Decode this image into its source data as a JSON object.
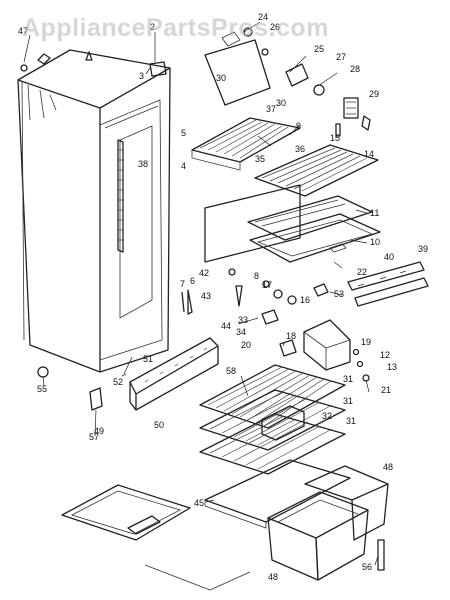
{
  "watermark": "AppliancePartsPros.com",
  "callouts": [
    {
      "n": "47"
    },
    {
      "n": "2"
    },
    {
      "n": "3"
    },
    {
      "n": "24"
    },
    {
      "n": "26"
    },
    {
      "n": "25"
    },
    {
      "n": "27"
    },
    {
      "n": "28"
    },
    {
      "n": "30"
    },
    {
      "n": "30"
    },
    {
      "n": "29"
    },
    {
      "n": "15"
    },
    {
      "n": "14"
    },
    {
      "n": "37"
    },
    {
      "n": "9"
    },
    {
      "n": "5"
    },
    {
      "n": "4"
    },
    {
      "n": "36"
    },
    {
      "n": "38"
    },
    {
      "n": "35"
    },
    {
      "n": "11"
    },
    {
      "n": "10"
    },
    {
      "n": "39"
    },
    {
      "n": "22"
    },
    {
      "n": "40"
    },
    {
      "n": "42"
    },
    {
      "n": "8"
    },
    {
      "n": "7"
    },
    {
      "n": "6"
    },
    {
      "n": "43"
    },
    {
      "n": "17"
    },
    {
      "n": "16"
    },
    {
      "n": "53"
    },
    {
      "n": "33"
    },
    {
      "n": "44"
    },
    {
      "n": "34"
    },
    {
      "n": "18"
    },
    {
      "n": "19"
    },
    {
      "n": "12"
    },
    {
      "n": "13"
    },
    {
      "n": "20"
    },
    {
      "n": "51"
    },
    {
      "n": "21"
    },
    {
      "n": "58"
    },
    {
      "n": "31"
    },
    {
      "n": "31"
    },
    {
      "n": "32"
    },
    {
      "n": "31"
    },
    {
      "n": "52"
    },
    {
      "n": "50"
    },
    {
      "n": "55"
    },
    {
      "n": "57"
    },
    {
      "n": "49"
    },
    {
      "n": "45"
    },
    {
      "n": "48"
    },
    {
      "n": "48"
    },
    {
      "n": "56"
    }
  ]
}
